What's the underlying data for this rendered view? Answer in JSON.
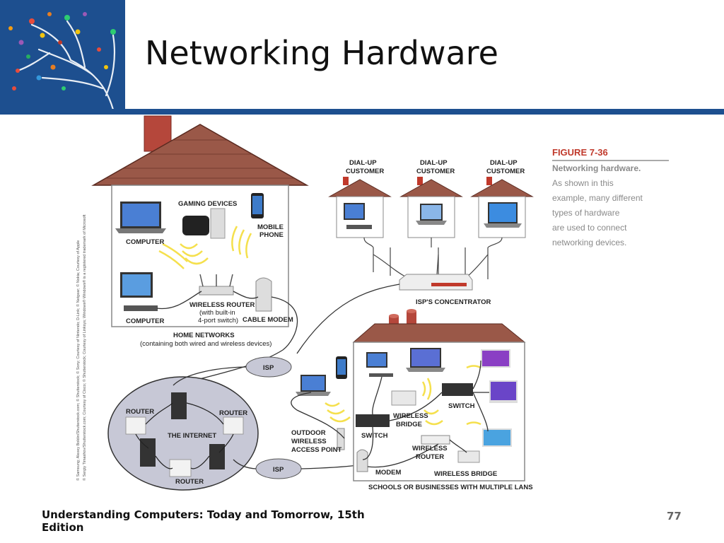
{
  "slide": {
    "title": "Networking Hardware",
    "footer": "Understanding Computers: Today and Tomorrow, 15th Edition",
    "page_number": "77",
    "accent_color": "#1d4f8f"
  },
  "figure": {
    "number": "FIGURE 7-36",
    "caption_title": "Networking hardware.",
    "caption_lines": [
      "As shown in this",
      "example, many different",
      "types of hardware",
      "are used to connect",
      "networking devices."
    ],
    "credits": [
      "© Samsung; Alexey Boldin/Shutterstock.com; © Shutterstock; © Sony; Courtesy of Nintendo; D-Link; © Netgear; © Nokia; Courtesy of Apple",
      "© Sergiy Timashov/Shutterstock.com; Courtesy of Cisco; © Shutterstock; Courtesy of Linksys; Windows® Windows® is a registered trademark of Microsoft"
    ],
    "labels": {
      "gaming_devices": "GAMING DEVICES",
      "mobile": "MOBILE",
      "phone": "PHONE",
      "computer_top": "COMPUTER",
      "computer_bottom": "COMPUTER",
      "wireless_router_1": "WIRELESS ROUTER",
      "wireless_router_2": "(with built-in",
      "wireless_router_3": "4-port switch)",
      "cable_modem": "CABLE MODEM",
      "home_networks_1": "HOME NETWORKS",
      "home_networks_2": "(containing both wired and wireless devices)",
      "dialup_1": "DIAL-UP",
      "customer_1": "CUSTOMER",
      "dialup_2": "DIAL-UP",
      "customer_2": "CUSTOMER",
      "dialup_3": "DIAL-UP",
      "customer_3": "CUSTOMER",
      "isps_concentrator": "ISP'S CONCENTRATOR",
      "isp_top": "ISP",
      "isp_bottom": "ISP",
      "router_left": "ROUTER",
      "router_right": "ROUTER",
      "router_bottom": "ROUTER",
      "the_internet": "THE INTERNET",
      "outdoor_1": "OUTDOOR",
      "outdoor_2": "WIRELESS",
      "outdoor_3": "ACCESS POINT",
      "switch_left": "SWITCH",
      "switch_right": "SWITCH",
      "wireless_bridge_top_1": "WIRELESS",
      "wireless_bridge_top_2": "BRIDGE",
      "wireless_router_school_1": "WIRELESS",
      "wireless_router_school_2": "ROUTER",
      "modem": "MODEM",
      "wireless_bridge_bottom": "WIRELESS BRIDGE",
      "schools": "SCHOOLS OR BUSINESSES WITH MULTIPLE LANS"
    }
  }
}
